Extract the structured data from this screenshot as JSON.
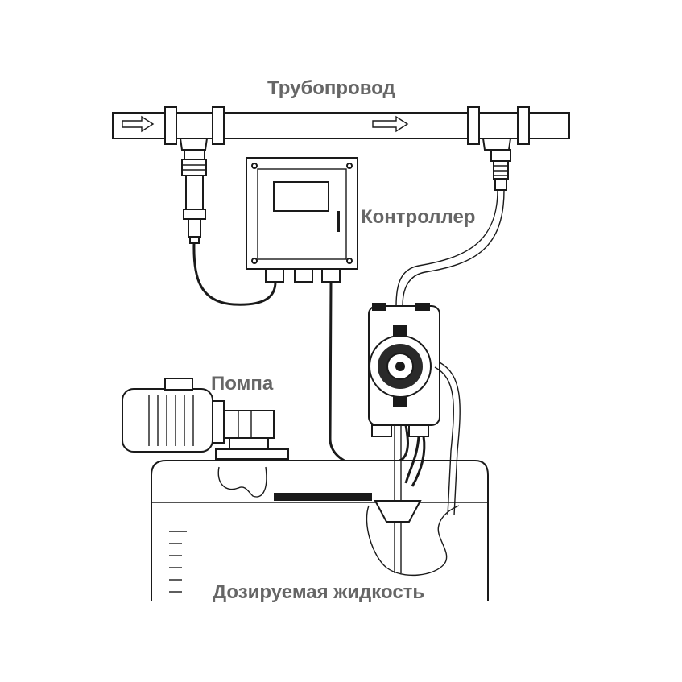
{
  "labels": {
    "pipeline": "Трубопровод",
    "controller": "Контроллер",
    "pump": "Помпа",
    "dosed_liquid": "Дозируемая жидкость"
  },
  "colors": {
    "label_text": "#666666",
    "line_art": "#1a1a1a",
    "background": "#ffffff"
  },
  "icons": {
    "flow_arrows": "arrow-right-icon"
  }
}
